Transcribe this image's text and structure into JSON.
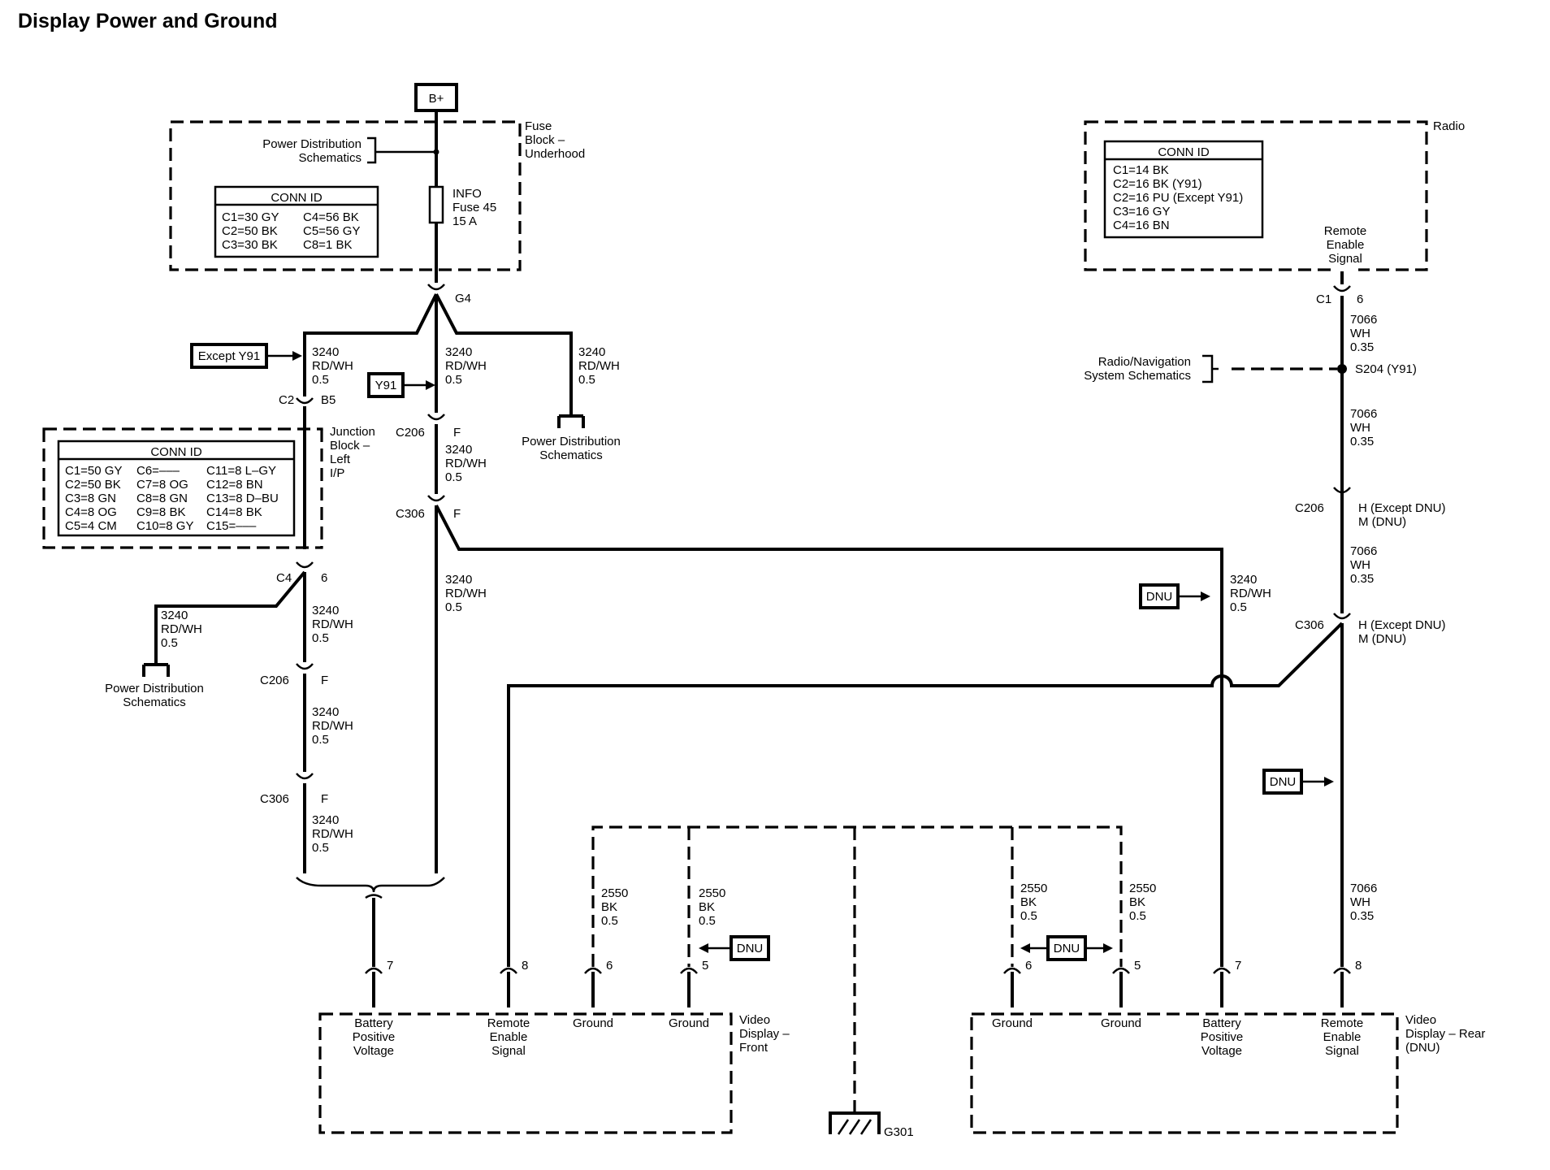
{
  "title": "Display Power and Ground",
  "battery": "B+",
  "fuse_block": {
    "name_lines": [
      "Fuse",
      "Block –",
      "Underhood"
    ],
    "pds_lines": [
      "Power Distribution",
      "Schematics"
    ],
    "conn_title": "CONN ID",
    "conn_rows": [
      [
        "C1=30 GY",
        "C4=56 BK"
      ],
      [
        "C2=50 BK",
        "C5=56 GY"
      ],
      [
        "C3=30 BK",
        "C8=1 BK"
      ]
    ],
    "fuse_lines": [
      "INFO",
      "Fuse 45",
      "15 A"
    ],
    "g4": "G4"
  },
  "wire_3240": [
    "3240",
    "RD/WH",
    "0.5"
  ],
  "wire_2550": [
    "2550",
    "BK",
    "0.5"
  ],
  "wire_7066": [
    "7066",
    "WH",
    "0.35"
  ],
  "options": {
    "except_y91": "Except Y91",
    "y91": "Y91",
    "dnu": "DNU"
  },
  "pds_lines": [
    "Power Distribution",
    "Schematics"
  ],
  "junction_block": {
    "name_lines": [
      "Junction",
      "Block –",
      "Left",
      "I/P"
    ],
    "conn_title": "CONN ID",
    "conn_rows": [
      [
        "C1=50 GY",
        "C6=–––",
        "C11=8 L–GY"
      ],
      [
        "C2=50 BK",
        "C7=8 OG",
        "C12=8 BN"
      ],
      [
        "C3=8 GN",
        "C8=8 GN",
        "C13=8 D–BU"
      ],
      [
        "C4=8 OG",
        "C9=8 BK",
        "C14=8 BK"
      ],
      [
        "C5=4 CM",
        "C10=8 GY",
        "C15=–––"
      ]
    ]
  },
  "radio": {
    "name": "Radio",
    "conn_title": "CONN ID",
    "conn_rows": [
      "C1=14 BK",
      "C2=16 BK (Y91)",
      "C2=16 PU (Except Y91)",
      "C3=16 GY",
      "C4=16 BN"
    ],
    "pin_lines": [
      "Remote",
      "Enable",
      "Signal"
    ]
  },
  "radio_nav_lines": [
    "Radio/Navigation",
    "System Schematics"
  ],
  "splice": "S204 (Y91)",
  "connectors": {
    "c1": "C1",
    "c2": "C2",
    "c4": "C4",
    "c206": "C206",
    "c306": "C306",
    "pin_6": "6",
    "pin_b5": "B5",
    "pin_f": "F",
    "h_except_dnu": "H (Except DNU)",
    "m_dnu": "M (DNU)"
  },
  "video_front": {
    "name_lines": [
      "Video",
      "Display –",
      "Front"
    ],
    "pins": [
      {
        "num": "7",
        "lines": [
          "Battery",
          "Positive",
          "Voltage"
        ]
      },
      {
        "num": "8",
        "lines": [
          "Remote",
          "Enable",
          "Signal"
        ]
      },
      {
        "num": "6",
        "lines": [
          "Ground"
        ]
      },
      {
        "num": "5",
        "lines": [
          "Ground"
        ]
      }
    ]
  },
  "video_rear": {
    "name_lines": [
      "Video",
      "Display – Rear",
      "(DNU)"
    ],
    "pins": [
      {
        "num": "6",
        "lines": [
          "Ground"
        ]
      },
      {
        "num": "5",
        "lines": [
          "Ground"
        ]
      },
      {
        "num": "7",
        "lines": [
          "Battery",
          "Positive",
          "Voltage"
        ]
      },
      {
        "num": "8",
        "lines": [
          "Remote",
          "Enable",
          "Signal"
        ]
      }
    ]
  },
  "ground": "G301"
}
